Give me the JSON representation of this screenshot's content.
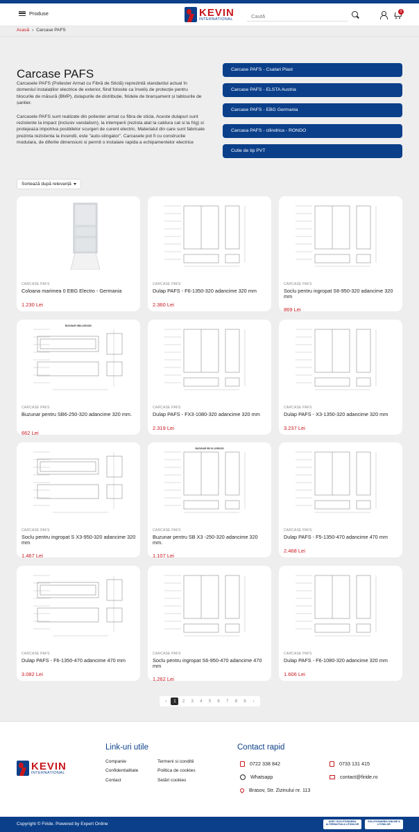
{
  "header": {
    "menu_label": "Produse",
    "logo_name": "KEVIN",
    "logo_sub": "INTERNATIONAL",
    "search_placeholder": "Caută",
    "cart_count": "0"
  },
  "breadcrumb": {
    "home": "Acasă",
    "separator": "›",
    "current": "Carcase PAFS"
  },
  "page": {
    "title": "Carcase PAFS",
    "description": [
      "Carcasele PAFS (Poliester Armat cu Fibră de Sticlă) reprezintă standardul actual în domeniul instalațiilor electrice de exterior, fiind folosite ca înveliș de protecție pentru blocurile de măsură (BMP), dulapurile de distribuție, firidele de branșament și tablourile de șantier.",
      "Carcasele PAFS sunt realizate din poliester armat cu fibra de sticla. Aceste dulapuri sunt rezistente la impact (inclusiv vandalism), la intemperii (rezista atat la caldura cat si la frig) si protejeaza impotriva posibilelor scurgeri de curent electric. Materialul din care sunt fabricate prezinta rezistenta la incendii, este \"auto-stingator\". Carcasele pot fi cu constructie modulara, de diferite dimensiuni si permit o instalare rapida a echipamentelor electrice"
    ],
    "subcategories": [
      "Carcase PAFS - Csatari Plast",
      "Carcase PAFS - ELSTA Austria",
      "Carcase PAFS - EBG Germania",
      "Carcasa PAFS - cilindrica - RONDO",
      "Cutie de tip PVT"
    ],
    "sort_label": "Sortează după relevanță"
  },
  "products": [
    {
      "category": "CARCASE PAFS",
      "name": "Coloana marimea 0 EBG Electro - Germania",
      "price": "1.230 Lei",
      "image": "cabinet-photo",
      "drawing_title": ""
    },
    {
      "category": "CARCASE PAFS",
      "name": "Dulap PAFS - F6-1350-320 adancime 320 mm",
      "price": "2.360 Lei",
      "image": "technical-drawing",
      "drawing_title": ""
    },
    {
      "category": "CARCASE PAFS",
      "name": "Soclu pentru ingropat S6-950-320 adancime 320 mm",
      "price": "869 Lei",
      "image": "technical-drawing",
      "drawing_title": ""
    },
    {
      "category": "CARCASE PAFS",
      "name": "Buzunar pentru SB6-250-320 adancime 320 mm.",
      "price": "662 Lei",
      "image": "technical-drawing",
      "drawing_title": "BUZUNAR SB6-1/250/320"
    },
    {
      "category": "CARCASE PAFS",
      "name": "Dulap PAFS - FX3-1080-320 adancime 320 mm",
      "price": "2.319 Lei",
      "image": "technical-drawing",
      "drawing_title": ""
    },
    {
      "category": "CARCASE PAFS",
      "name": "Dulap PAFS - X3-1350-320 adancime 320 mm",
      "price": "3.237 Lei",
      "image": "technical-drawing",
      "drawing_title": ""
    },
    {
      "category": "CARCASE PAFS",
      "name": "Soclu pentru ingropat S X3-950-320 adancime 320 mm",
      "price": "1.467 Lei",
      "image": "technical-drawing",
      "drawing_title": ""
    },
    {
      "category": "CARCASE PAFS",
      "name": "Buzunar pentru SB X3 -250-320 adancime 320 mm.",
      "price": "1.107 Lei",
      "image": "technical-drawing",
      "drawing_title": "BUZUNAR SB X3-1/250/320"
    },
    {
      "category": "CARCASE PAFS",
      "name": "Dulap PAFS - F5-1350-470 adancime 470 mm",
      "price": "2.468 Lei",
      "image": "technical-drawing",
      "drawing_title": ""
    },
    {
      "category": "CARCASE PAFS",
      "name": "Dulap PAFS - F6-1350-470 adancime 470 mm",
      "price": "3.082 Lei",
      "image": "technical-drawing",
      "drawing_title": ""
    },
    {
      "category": "CARCASE PAFS",
      "name": "Soclu pentru ingropat S6-950-470 adancime 470 mm",
      "price": "1.262 Lei",
      "image": "technical-drawing",
      "drawing_title": ""
    },
    {
      "category": "CARCASE PAFS",
      "name": "Dulap PAFS - F6-1080-320 adancime 320 mm",
      "price": "1.606 Lei",
      "image": "technical-drawing",
      "drawing_title": ""
    }
  ],
  "pagination": {
    "prev": "‹",
    "pages": [
      "1",
      "2",
      "3",
      "4",
      "5",
      "6",
      "7",
      "8",
      "9"
    ],
    "next": "›",
    "current": "1"
  },
  "footer": {
    "logo_name": "KEVIN",
    "logo_sub": "INTERNATIONAL",
    "links_heading": "Link-uri utile",
    "links_col1": [
      "Companie",
      "Confidentialitate",
      "Contact"
    ],
    "links_col2": [
      "Termeni si conditii",
      "Politica de cookies",
      "Setări cookies"
    ],
    "contact_heading": "Contact rapid",
    "phone1": "0722 338 842",
    "phone2": "0733 131 415",
    "whatsapp": "Whatsapp",
    "email": "contact@firide.ro",
    "address": "Brasov, Str. Zizinului nr. 113",
    "copyright": "Copyright © Firide. Powered by Expert Online",
    "badge1": "ANPC SOLUTIONAREA ALTERNATIVA A LITIGIILOR",
    "badge2": "SOLUTIONAREA ONLINE A LITIGIILOR"
  },
  "colors": {
    "brand_blue": "#0b3f8a",
    "brand_red": "#c8161d",
    "background": "#eeeeef"
  }
}
